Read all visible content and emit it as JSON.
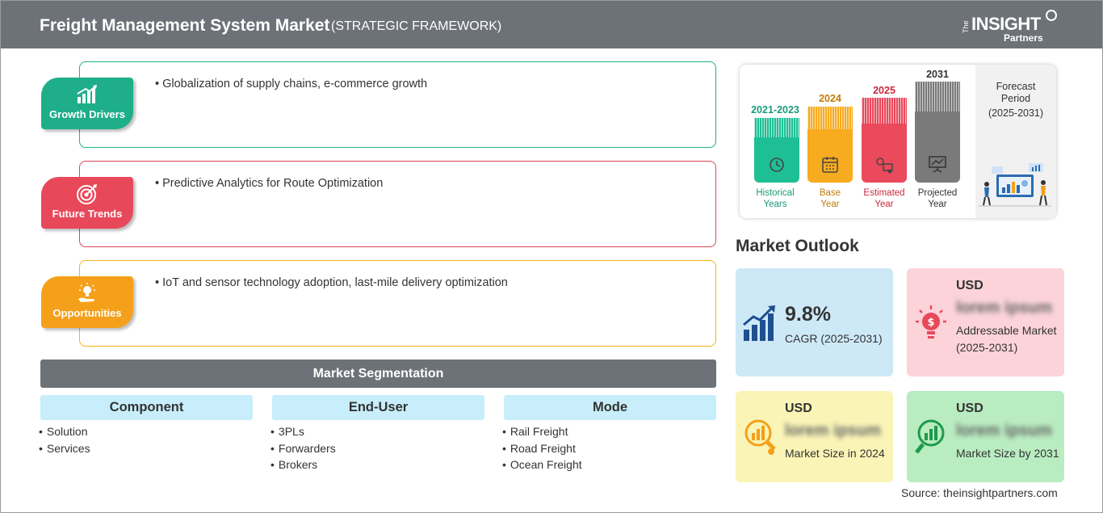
{
  "header": {
    "title": "Freight Management System Market",
    "subtitle": "(STRATEGIC FRAMEWORK)",
    "logo": {
      "the": "The",
      "insight": "INSIGHT",
      "partners": "Partners"
    }
  },
  "framework": {
    "growth_drivers": {
      "label": "Growth Drivers",
      "bullet": "Globalization of supply chains, e-commerce growth",
      "color": "#1fae8a"
    },
    "future_trends": {
      "label": "Future Trends",
      "bullet": "Predictive Analytics for Route Optimization",
      "color": "#e8495a"
    },
    "opportunities": {
      "label": "Opportunities",
      "bullet": "IoT and sensor technology adoption, last-mile delivery optimization",
      "color": "#f5a01a"
    }
  },
  "segmentation": {
    "title": "Market Segmentation",
    "columns": [
      {
        "heading": "Component",
        "items": [
          "Solution",
          "Services"
        ]
      },
      {
        "heading": "End-User",
        "items": [
          "3PLs",
          "Forwarders",
          "Brokers"
        ]
      },
      {
        "heading": "Mode",
        "items": [
          "Rail Freight",
          "Road Freight",
          "Ocean Freight"
        ]
      }
    ]
  },
  "timeline": {
    "historical": {
      "year": "2021-2023",
      "caption_1": "Historical",
      "caption_2": "Years",
      "color": "#1fbf95"
    },
    "base": {
      "year": "2024",
      "caption_1": "Base",
      "caption_2": "Year",
      "color": "#f7ab1e"
    },
    "estimated": {
      "year": "2025",
      "caption_1": "Estimated",
      "caption_2": "Year",
      "color": "#ea4a5c"
    },
    "projected": {
      "year": "2031",
      "caption_1": "Projected",
      "caption_2": "Year",
      "color": "#7a7a7a"
    },
    "forecast": {
      "title_1": "Forecast",
      "title_2": "Period",
      "range": "(2025-2031)"
    }
  },
  "market_outlook": {
    "title": "Market Outlook",
    "cagr": {
      "value": "9.8%",
      "label": "CAGR (2025-2031)"
    },
    "addressable": {
      "currency": "USD",
      "value": "lorem ipsum",
      "desc": "Addressable Market (2025-2031)"
    },
    "size_2024": {
      "currency": "USD",
      "value": "lorem ipsum",
      "desc": "Market Size in 2024"
    },
    "size_2031": {
      "currency": "USD",
      "value": "lorem ipsum",
      "desc": "Market Size by 2031"
    }
  },
  "source": "Source: theinsightpartners.com"
}
